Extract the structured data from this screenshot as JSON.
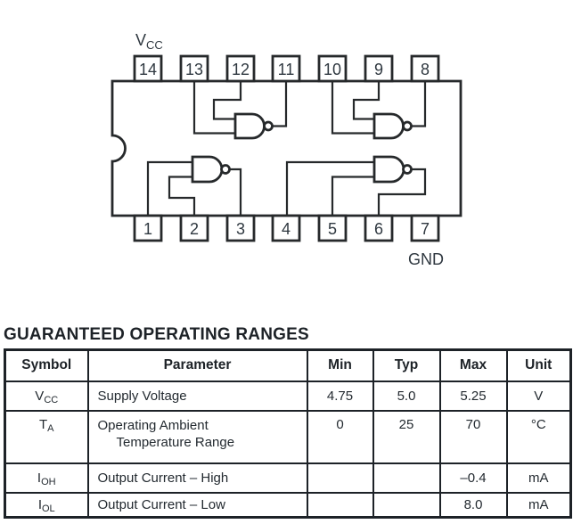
{
  "diagram": {
    "vcc_label": {
      "main": "V",
      "sub": "CC"
    },
    "gnd_label": "GND",
    "top_pins": [
      "14",
      "13",
      "12",
      "11",
      "10",
      "9",
      "8"
    ],
    "bottom_pins": [
      "1",
      "2",
      "3",
      "4",
      "5",
      "6",
      "7"
    ],
    "line_color": "#26292b"
  },
  "section_title": "GUARANTEED OPERATING RANGES",
  "table": {
    "headers": [
      "Symbol",
      "Parameter",
      "Min",
      "Typ",
      "Max",
      "Unit"
    ],
    "rows": [
      {
        "symbol": {
          "main": "V",
          "sub": "CC"
        },
        "parameter": "Supply Voltage",
        "parameter2": "",
        "min": "4.75",
        "typ": "5.0",
        "max": "5.25",
        "unit": "V"
      },
      {
        "symbol": {
          "main": "T",
          "sub": "A"
        },
        "parameter": "Operating Ambient",
        "parameter2": "Temperature Range",
        "min": "0",
        "typ": "25",
        "max": "70",
        "unit": "°C"
      },
      {
        "symbol": {
          "main": "I",
          "sub": "OH"
        },
        "parameter": "Output Current – High",
        "parameter2": "",
        "min": "",
        "typ": "",
        "max": "–0.4",
        "unit": "mA"
      },
      {
        "symbol": {
          "main": "I",
          "sub": "OL"
        },
        "parameter": "Output Current – Low",
        "parameter2": "",
        "min": "",
        "typ": "",
        "max": "8.0",
        "unit": "mA"
      }
    ]
  }
}
